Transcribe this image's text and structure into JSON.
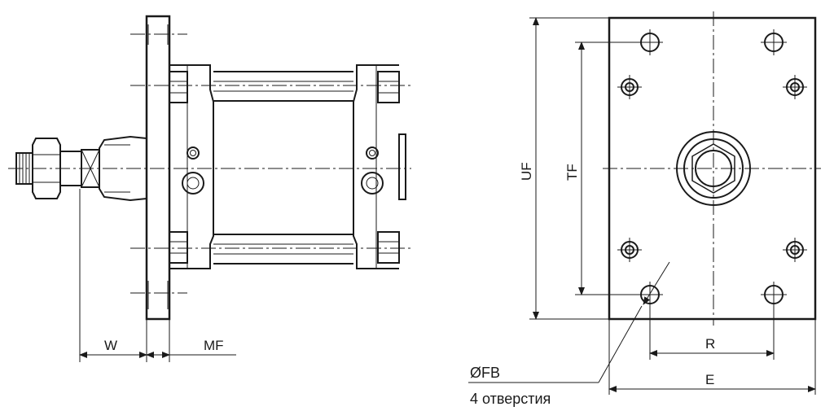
{
  "side_view": {
    "dim_w": "W",
    "dim_mf": "MF"
  },
  "front_view": {
    "dim_uf": "UF",
    "dim_tf": "TF",
    "dim_r": "R",
    "dim_e": "E",
    "hole_callout": "ØFB",
    "hole_count": "4 отверстия"
  },
  "colors": {
    "line": "#1a1a1a",
    "background": "#ffffff"
  }
}
